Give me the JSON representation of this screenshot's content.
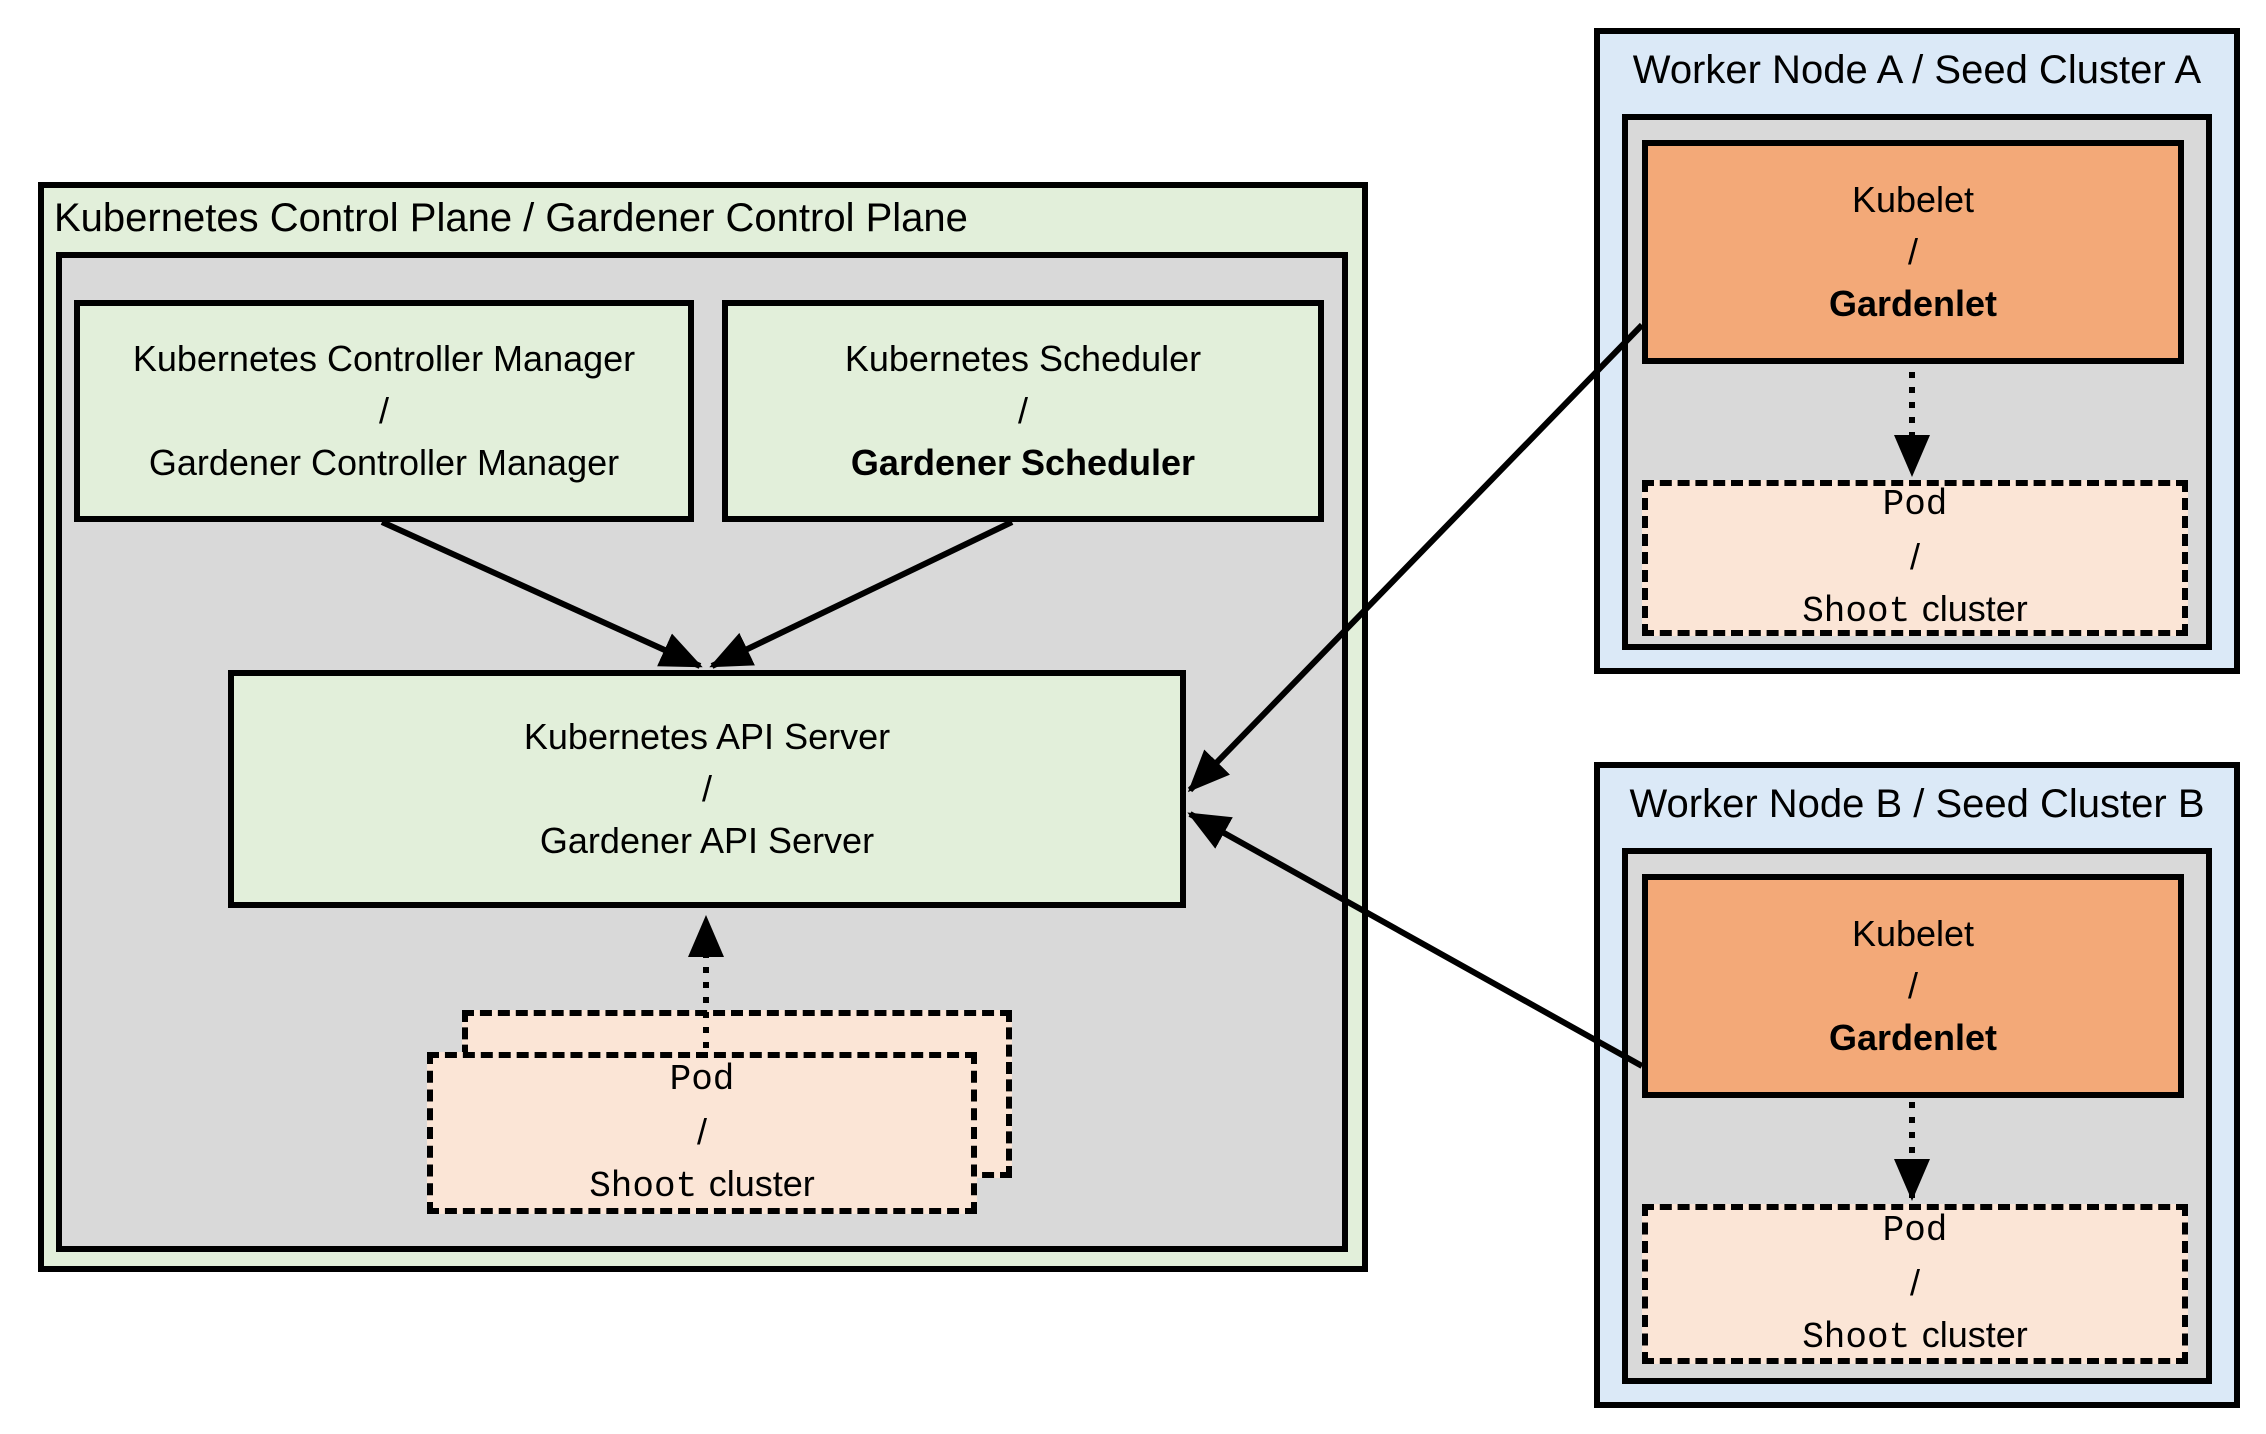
{
  "colors": {
    "green_fill": "#e2efda",
    "gray_fill": "#d9d9d9",
    "blue_fill": "#dbe9f7",
    "orange_fill": "#f3a978",
    "peach_fill": "#fbe5d6",
    "line_color": "#000000"
  },
  "control_plane": {
    "title": "Kubernetes Control Plane / Gardener Control Plane",
    "controller_manager": {
      "line1": "Kubernetes Controller Manager",
      "separator": "/",
      "line2": "Gardener Controller Manager"
    },
    "scheduler": {
      "line1": "Kubernetes Scheduler",
      "separator": "/",
      "line2": "Gardener Scheduler"
    },
    "api_server": {
      "line1": "Kubernetes API Server",
      "separator": "/",
      "line2": "Gardener API Server"
    },
    "pod": {
      "line1": "Pod",
      "separator": "/",
      "line2_mono": "Shoot",
      "line2_sans": "cluster"
    }
  },
  "worker_node_a": {
    "title": "Worker Node A / Seed Cluster A",
    "kubelet": {
      "line1": "Kubelet",
      "separator": "/",
      "line2": "Gardenlet"
    },
    "pod": {
      "line1": "Pod",
      "separator": "/",
      "line2_mono": "Shoot",
      "line2_sans": "cluster"
    }
  },
  "worker_node_b": {
    "title": "Worker Node B / Seed Cluster B",
    "kubelet": {
      "line1": "Kubelet",
      "separator": "/",
      "line2": "Gardenlet"
    },
    "pod": {
      "line1": "Pod",
      "separator": "/",
      "line2_mono": "Shoot",
      "line2_sans": "cluster"
    }
  }
}
